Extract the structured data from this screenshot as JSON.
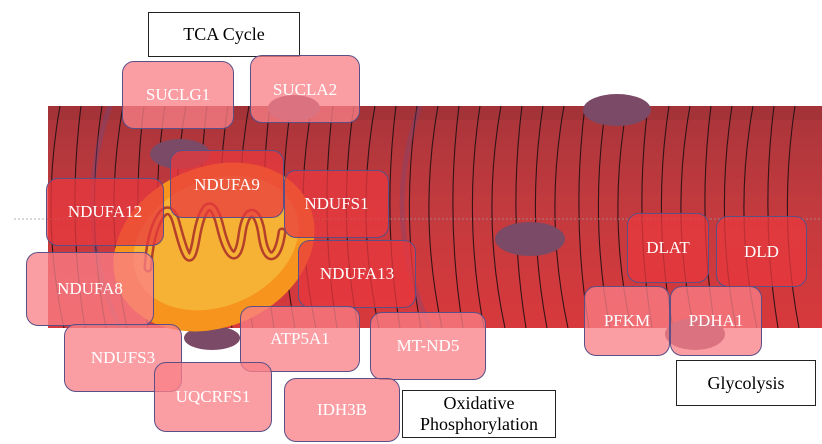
{
  "labels": {
    "tca": "TCA Cycle",
    "oxphos_line1": "Oxidative",
    "oxphos_line2": "Phosphorylation",
    "glycolysis": "Glycolysis"
  },
  "genes": {
    "suclg1": "SUCLG1",
    "sucla2": "SUCLA2",
    "ndufa9": "NDUFA9",
    "ndufa12": "NDUFA12",
    "ndufs1": "NDUFS1",
    "ndufa8": "NDUFA8",
    "ndufa13": "NDUFA13",
    "atp5a1": "ATP5A1",
    "mt_nd5": "MT-ND5",
    "ndufs3": "NDUFS3",
    "uqcrfs1": "UQCRFS1",
    "idh3b": "IDH3B",
    "dlat": "DLAT",
    "dld": "DLD",
    "pfkm": "PFKM",
    "pdha1": "PDHA1"
  },
  "colors": {
    "muscle_top": "#b23a3f",
    "muscle_bottom": "#d3393c",
    "nucleus": "#7b4a66",
    "mitochondrion_outer": "#f7941d",
    "mitochondrion_inner": "#f5b235",
    "cristae": "#b4402a",
    "gene_box_red": "#e8383e",
    "gene_box_pink": "#fa8088"
  }
}
